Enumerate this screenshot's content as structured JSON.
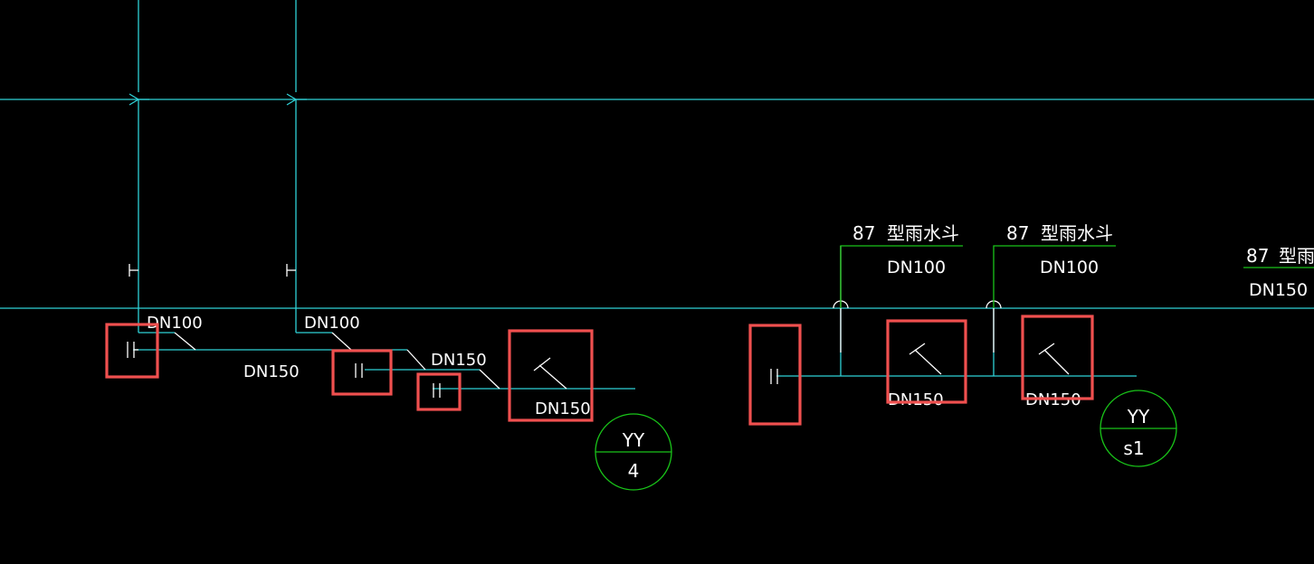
{
  "colors": {
    "background": "#000000",
    "pipe": "#2fd1d6",
    "leader": "#19c419",
    "text": "#ffffff",
    "highlight": "#f0504f"
  },
  "labels": {
    "dn100_a": "DN100",
    "dn100_b": "DN100",
    "dn150_main": "DN150",
    "dn150_b": "DN150",
    "dn150_c": "DN150",
    "dn150_d": "DN150",
    "dn150_e": "DN150"
  },
  "rain_hoppers": [
    {
      "number": "87",
      "type": "型雨水斗",
      "size": "DN100"
    },
    {
      "number": "87",
      "type": "型雨水斗",
      "size": "DN100"
    },
    {
      "number": "87",
      "type": "型雨",
      "size": "DN150"
    }
  ],
  "tags": [
    {
      "top": "YY",
      "bottom": "4"
    },
    {
      "top": "YY",
      "bottom": "s1"
    }
  ],
  "symbols": {
    "valve": "valve-icon",
    "floor_drain": "floor-drain-icon",
    "check": "check-mark-icon",
    "reducer": "reducer-icon",
    "hopper": "rain-hopper-icon"
  }
}
